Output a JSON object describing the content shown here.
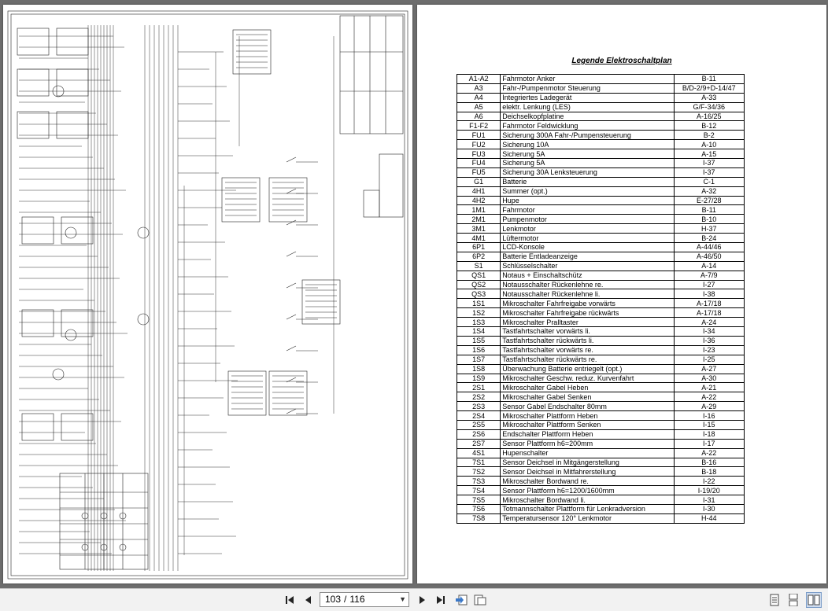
{
  "legend": {
    "title": "Legende Elektroschaltplan",
    "rows": [
      [
        "A1-A2",
        "Fahrmotor Anker",
        "B-11"
      ],
      [
        "A3",
        "Fahr-/Pumpenmotor Steuerung",
        "B/D-2/9+D-14/47"
      ],
      [
        "A4",
        "Integriertes Ladegerät",
        "A-33"
      ],
      [
        "A5",
        "elektr. Lenkung (LES)",
        "G/F-34/36"
      ],
      [
        "A6",
        "Deichselkopfplatine",
        "A-16/25"
      ],
      [
        "F1-F2",
        "Fahrmotor Feldwicklung",
        "B-12"
      ],
      [
        "FU1",
        "Sicherung 300A Fahr-/Pumpensteuerung",
        "B-2"
      ],
      [
        "FU2",
        "Sicherung 10A",
        "A-10"
      ],
      [
        "FU3",
        "Sicherung 5A",
        "A-15"
      ],
      [
        "FU4",
        "Sicherung 5A",
        "I-37"
      ],
      [
        "FU5",
        "Sicherung 30A Lenksteuerung",
        "I-37"
      ],
      [
        "G1",
        "Batterie",
        "C-1"
      ],
      [
        "4H1",
        "Summer (opt.)",
        "A-32"
      ],
      [
        "4H2",
        "Hupe",
        "E-27/28"
      ],
      [
        "1M1",
        "Fahrmotor",
        "B-11"
      ],
      [
        "2M1",
        "Pumpenmotor",
        "B-10"
      ],
      [
        "3M1",
        "Lenkmotor",
        "H-37"
      ],
      [
        "4M1",
        "Lüftermotor",
        "B-24"
      ],
      [
        "6P1",
        "LCD-Konsole",
        "A-44/46"
      ],
      [
        "6P2",
        "Batterie Entladeanzeige",
        "A-46/50"
      ],
      [
        "S1",
        "Schlüsselschalter",
        "A-14"
      ],
      [
        "QS1",
        "Notaus + Einschaltschütz",
        "A-7/9"
      ],
      [
        "QS2",
        "Notausschalter Rückenlehne re.",
        "I-27"
      ],
      [
        "QS3",
        "Notausschalter Rückenlehne li.",
        "I-38"
      ],
      [
        "1S1",
        "Mikroschalter Fahrfreigabe vorwärts",
        "A-17/18"
      ],
      [
        "1S2",
        "Mikroschalter Fahrfreigabe rückwärts",
        "A-17/18"
      ],
      [
        "1S3",
        "Mikroschalter Pralltaster",
        "A-24"
      ],
      [
        "1S4",
        "Tastfahrtschalter vorwärts li.",
        "I-34"
      ],
      [
        "1S5",
        "Tastfahrtschalter rückwärts li.",
        "I-36"
      ],
      [
        "1S6",
        "Tastfahrtschalter vorwärts re.",
        "I-23"
      ],
      [
        "1S7",
        "Tastfahrtschalter rückwärts re.",
        "I-25"
      ],
      [
        "1S8",
        "Überwachung Batterie entriegelt (opt.)",
        "A-27"
      ],
      [
        "1S9",
        "Mikroschalter Geschw. reduz. Kurvenfahrt",
        "A-30"
      ],
      [
        "2S1",
        "Mikroschalter Gabel Heben",
        "A-21"
      ],
      [
        "2S2",
        "Mikroschalter Gabel Senken",
        "A-22"
      ],
      [
        "2S3",
        "Sensor Gabel Endschalter 80mm",
        "A-29"
      ],
      [
        "2S4",
        "Mikroschalter Plattform Heben",
        "I-16"
      ],
      [
        "2S5",
        "Mikroschalter Plattform Senken",
        "I-15"
      ],
      [
        "2S6",
        "Endschalter Plattform Heben",
        "I-18"
      ],
      [
        "2S7",
        "Sensor Plattform h6=200mm",
        "I-17"
      ],
      [
        "4S1",
        "Hupenschalter",
        "A-22"
      ],
      [
        "7S1",
        "Sensor Deichsel in Mitgängerstellung",
        "B-16"
      ],
      [
        "7S2",
        "Sensor Deichsel in Mitfahrerstellung",
        "B-18"
      ],
      [
        "7S3",
        "Mikroschalter Bordwand re.",
        "I-22"
      ],
      [
        "7S4",
        "Sensor Plattform h6=1200/1600mm",
        "I-19/20"
      ],
      [
        "7S5",
        "Mikroschalter Bordwand li.",
        "I-31"
      ],
      [
        "7S6",
        "Totmannschalter Plattform für Lenkradversion",
        "I-30"
      ],
      [
        "7S8",
        "Temperatursensor 120° Lenkmotor",
        "H-44"
      ]
    ]
  },
  "toolbar": {
    "current_page": "103",
    "separator": "/",
    "total_pages": "116",
    "icons": [
      "first-page-icon",
      "prev-page-icon",
      "next-page-icon",
      "last-page-icon",
      "go-back-icon",
      "go-forward-icon",
      "single-page-icon",
      "continuous-icon",
      "facing-pages-icon"
    ]
  },
  "colors": {
    "background": "#6d6d6d",
    "toolbar": "#f2f2f2",
    "ink": "#000000"
  }
}
